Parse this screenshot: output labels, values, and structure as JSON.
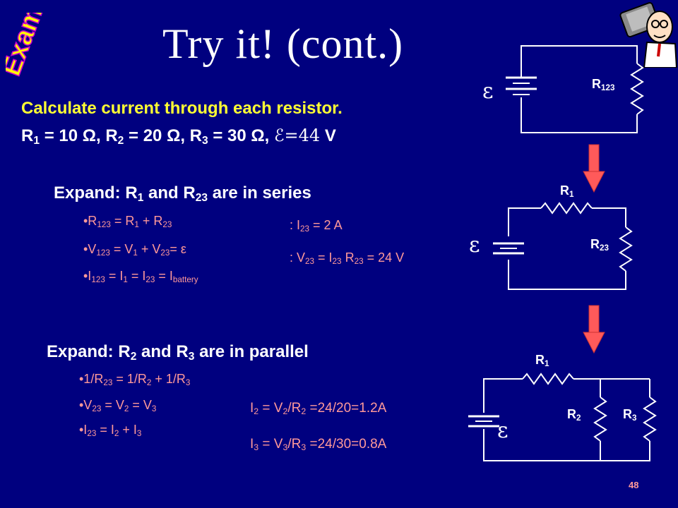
{
  "badge": {
    "text": "Example"
  },
  "title": "Try it! (cont.)",
  "intro": {
    "line1": "Calculate current through each resistor.",
    "r1": "R",
    "r1_sub": "1",
    "r1_val": " = 10 Ω, ",
    "r2": "R",
    "r2_sub": "2",
    "r2_val": " = 20 Ω, ",
    "r3": "R",
    "r3_sub": "3",
    "r3_val": " = 30 Ω, ",
    "emf": "ℰ=44",
    "emf_unit": " V"
  },
  "series": {
    "heading_a": "Expand: R",
    "heading_sub1": "1",
    "heading_b": " and R",
    "heading_sub2": "23",
    "heading_c": " are in series",
    "bullets": [
      {
        "a": "•R",
        "s1": "123",
        "b": " = R",
        "s2": "1",
        "c": " + R",
        "s3": "23",
        "d": ""
      },
      {
        "a": "•V",
        "s1": "123",
        "b": " = V",
        "s2": "1",
        "c": " + V",
        "s3": "23",
        "d": "= ε"
      },
      {
        "a": "•I",
        "s1": "123",
        "b": " = I",
        "s2": "1",
        "c": " = I",
        "s3": "23",
        "d": " = I",
        "s4": "battery"
      }
    ],
    "result1_a": ": I",
    "result1_sub": "23",
    "result1_b": " = 2 A",
    "result2_a": ": V",
    "result2_sub1": "23",
    "result2_b": " = I",
    "result2_sub2": "23",
    "result2_c": " R",
    "result2_sub3": "23",
    "result2_d": " = 24 V"
  },
  "parallel": {
    "heading_a": "Expand: R",
    "heading_sub1": "2",
    "heading_b": " and R",
    "heading_sub2": "3",
    "heading_c": " are in parallel",
    "bullets": [
      {
        "a": "•1/R",
        "s1": "23",
        "b": " = 1/R",
        "s2": "2",
        "c": " + 1/R",
        "s3": "3"
      },
      {
        "a": "•V",
        "s1": "23",
        "b": " = V",
        "s2": "2",
        "c": " = V",
        "s3": "3"
      },
      {
        "a": "•I",
        "s1": "23",
        "b": " = I",
        "s2": "2",
        "c": " + I",
        "s3": "3"
      }
    ],
    "i2_a": "I",
    "i2_s1": "2",
    "i2_b": " = V",
    "i2_s2": "2",
    "i2_c": "/R",
    "i2_s3": "2",
    "i2_d": " =24/20=1.2A",
    "i3_a": "I",
    "i3_s1": "3",
    "i3_b": " = V",
    "i3_s2": "3",
    "i3_c": "/R",
    "i3_s3": "3",
    "i3_d": " =24/30=0.8A"
  },
  "circuits": {
    "emf_symbol": "ε",
    "c1_r": "R",
    "c1_r_sub": "123",
    "c2_r1": "R",
    "c2_r1_sub": "1",
    "c2_r23": "R",
    "c2_r23_sub": "23",
    "c3_r1": "R",
    "c3_r1_sub": "1",
    "c3_r2": "R",
    "c3_r2_sub": "2",
    "c3_r3": "R",
    "c3_r3_sub": "3"
  },
  "page_number": "48",
  "colors": {
    "background": "#00007f",
    "accent_yellow": "#ffff33",
    "accent_pink": "#ff9999",
    "arrow": "#ff5a5a"
  }
}
